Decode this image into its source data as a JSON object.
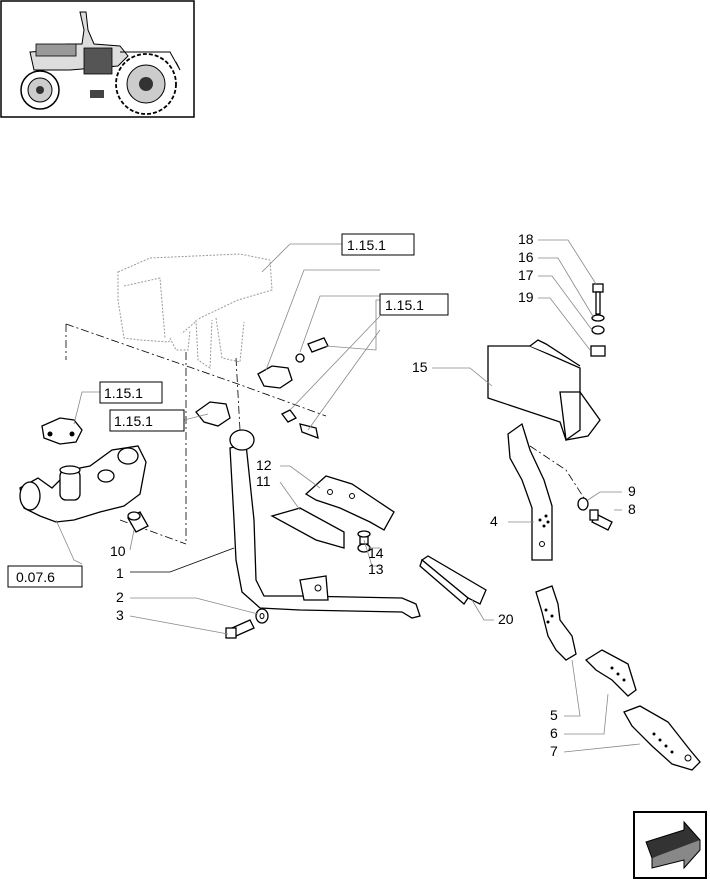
{
  "callouts": {
    "c1": "1",
    "c2": "2",
    "c3": "3",
    "c4": "4",
    "c5": "5",
    "c6": "6",
    "c7": "7",
    "c8": "8",
    "c9": "9",
    "c10": "10",
    "c11": "11",
    "c12": "12",
    "c13": "13",
    "c14": "14",
    "c15": "15",
    "c16": "16",
    "c17": "17",
    "c18": "18",
    "c19": "19",
    "c20": "20"
  },
  "references": {
    "r1": "1.15.1",
    "r2": "1.15.1",
    "r3": "1.15.1",
    "r4": "1.15.1",
    "r5": "0.07.6"
  },
  "icons": {
    "thumbnail": "tractor-icon",
    "next": "next-page-arrow-icon"
  }
}
